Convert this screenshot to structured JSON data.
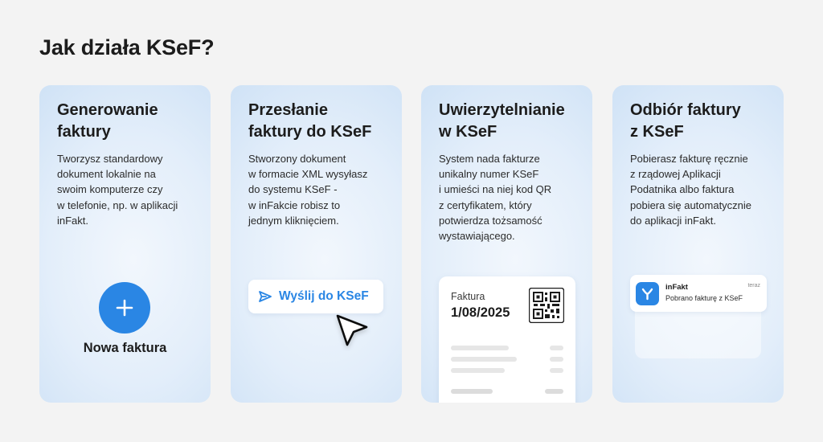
{
  "page": {
    "title": "Jak działa KSeF?"
  },
  "cards": [
    {
      "title": "Generowanie\nfaktury",
      "description": "Tworzysz standardowy\ndokument lokalnie na\nswoim komputerze czy\nw telefonie, np. w aplikacji\ninFakt.",
      "action_label": "Nowa faktura",
      "icon": "plus-icon"
    },
    {
      "title": "Przesłanie\nfaktury do KSeF",
      "description": "Stworzony dokument\nw formacie XML wysyłasz\ndo systemu KSeF -\nw inFakcie robisz to\njednym kliknięciem.",
      "button_label": "Wyślij do KSeF",
      "icon": "send-icon"
    },
    {
      "title": "Uwierzytelnianie\nw KSeF",
      "description": "System nada fakturze\nunikalny numer KSeF\ni umieści na niej kod QR\nz certyfikatem, który\npotwierdza tożsamość\nwystawiającego.",
      "invoice_label": "Faktura",
      "invoice_number": "1/08/2025",
      "icon": "qr-code-icon"
    },
    {
      "title": "Odbiór faktury\nz KSeF",
      "description": "Pobierasz fakturę ręcznie\nz rządowej Aplikacji\nPodatnika albo faktura\npobiera się automatycznie\ndo aplikacji inFakt.",
      "notification": {
        "app_name": "inFakt",
        "message": "Pobrano fakturę z KSeF",
        "time": "teraz"
      },
      "icon": "infakt-app-icon"
    }
  ],
  "colors": {
    "accent": "#2a86e4",
    "background": "#f3f3f3",
    "card": "#e3eefa"
  }
}
